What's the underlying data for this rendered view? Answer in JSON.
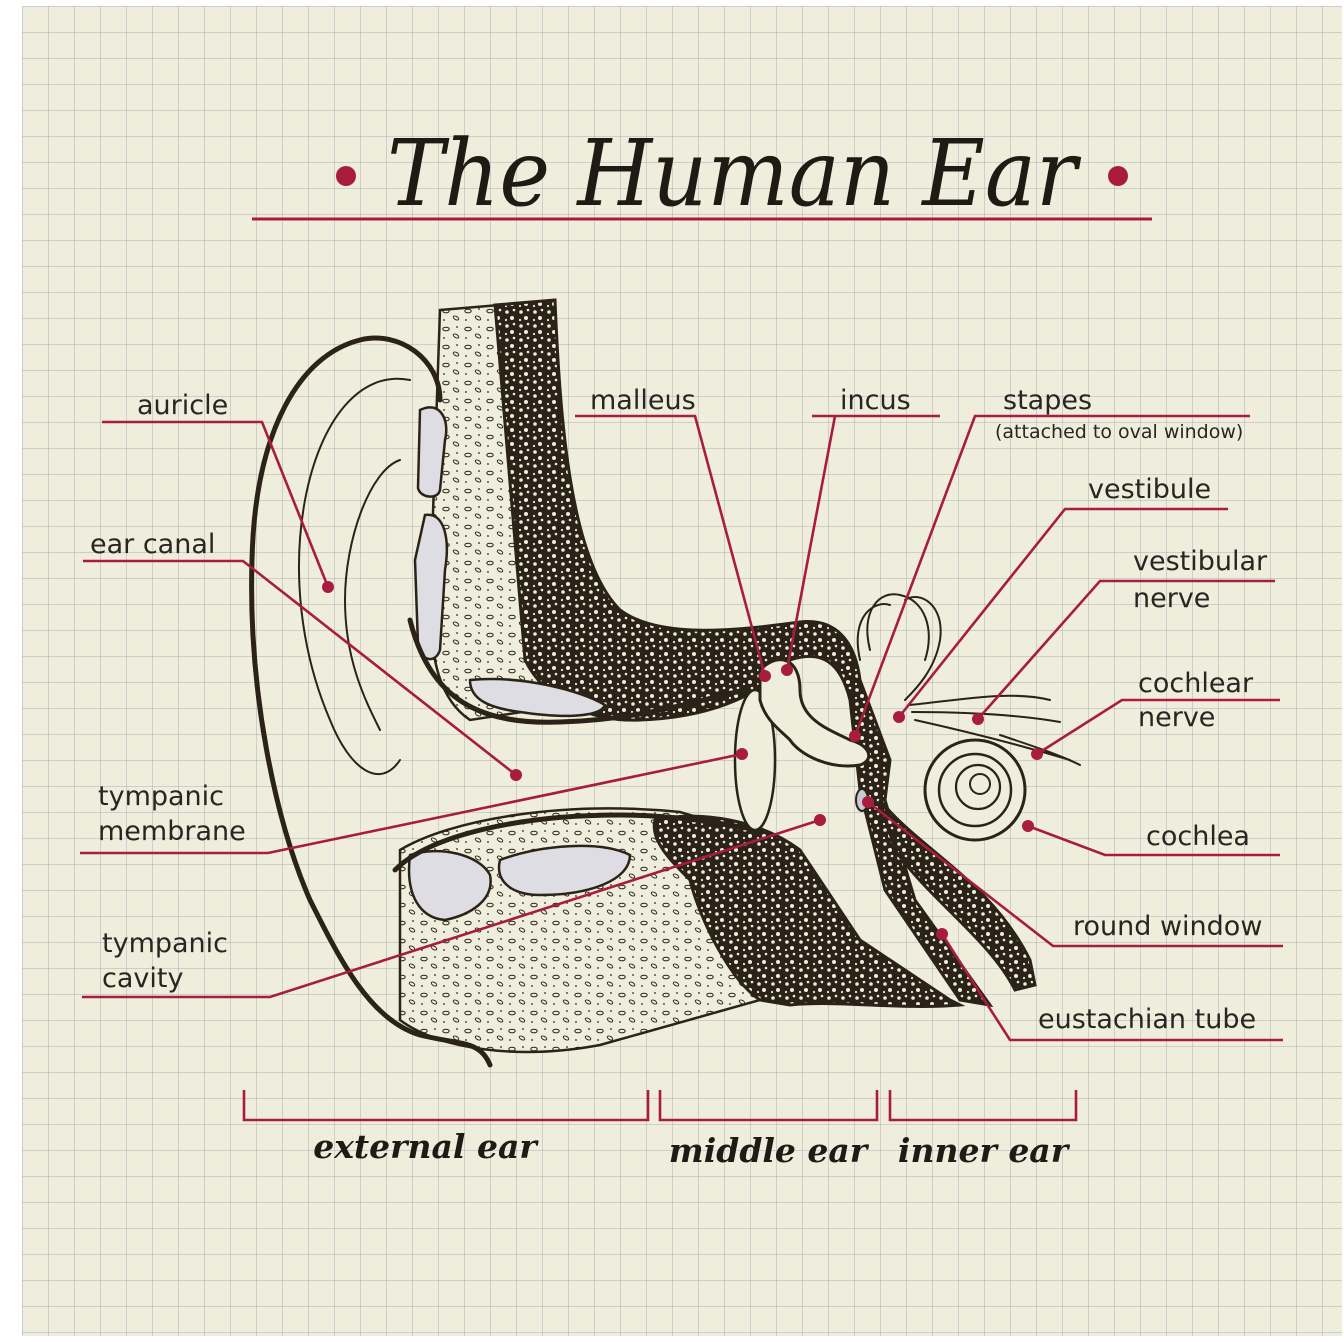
{
  "title": "The Human Ear",
  "labels": {
    "auricle": "auricle",
    "ear_canal": "ear canal",
    "tympanic_membrane_l1": "tympanic",
    "tympanic_membrane_l2": "membrane",
    "tympanic_cavity_l1": "tympanic",
    "tympanic_cavity_l2": "cavity",
    "malleus": "malleus",
    "incus": "incus",
    "stapes": "stapes",
    "stapes_note": "(attached to oval window)",
    "vestibule": "vestibule",
    "vestibular_nerve_l1": "vestibular",
    "vestibular_nerve_l2": "nerve",
    "cochlear_nerve_l1": "cochlear",
    "cochlear_nerve_l2": "nerve",
    "cochlea": "cochlea",
    "round_window": "round window",
    "eustachian_tube": "eustachian tube"
  },
  "sections": {
    "external": "external ear",
    "middle": "middle ear",
    "inner": "inner ear"
  },
  "colors": {
    "paper": "#efeedd",
    "accent": "#a81c3e",
    "ink": "#2b2318"
  }
}
